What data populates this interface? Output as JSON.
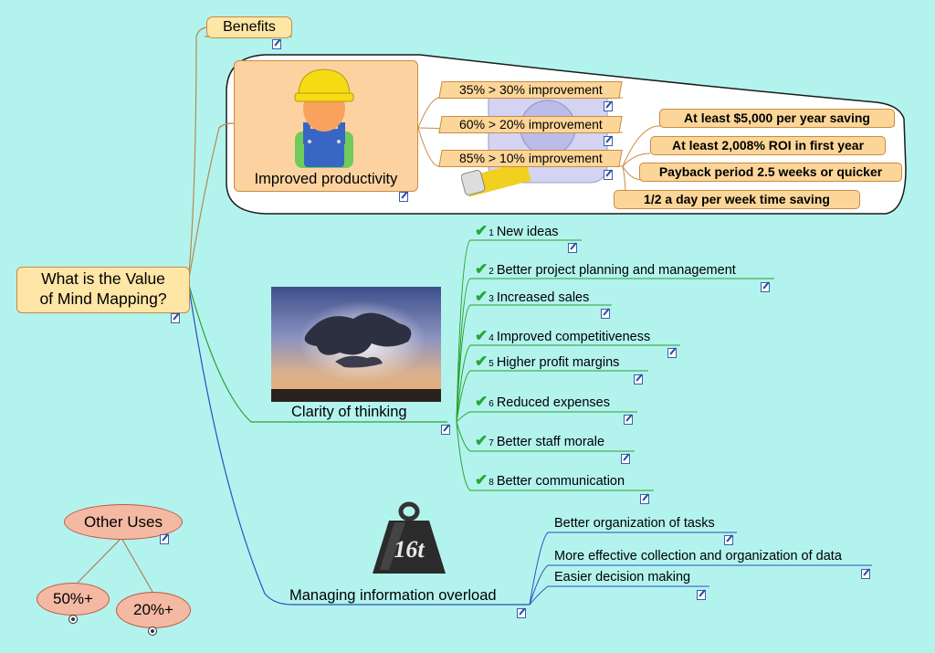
{
  "central": {
    "line1": "What is the Value",
    "line2": "of Mind Mapping?"
  },
  "benefits": {
    "label": "Benefits",
    "productivity": {
      "label": "Improved productivity",
      "improvements": [
        "35% > 30% improvement",
        "60% > 20% improvement",
        "85% > 10% improvement"
      ],
      "savings": [
        "At least $5,000 per year saving",
        "At least 2,008% ROI in first year",
        "Payback period 2.5 weeks or quicker",
        "1/2 a day per week time saving"
      ]
    },
    "clarity": {
      "label": "Clarity of thinking",
      "items": [
        {
          "num": "1",
          "text": "New ideas"
        },
        {
          "num": "2",
          "text": "Better project planning and management"
        },
        {
          "num": "3",
          "text": "Increased sales"
        },
        {
          "num": "4",
          "text": "Improved competitiveness"
        },
        {
          "num": "5",
          "text": "Higher profit margins"
        },
        {
          "num": "6",
          "text": "Reduced expenses"
        },
        {
          "num": "7",
          "text": "Better staff morale"
        },
        {
          "num": "8",
          "text": "Better communication"
        }
      ]
    },
    "overload": {
      "label": "Managing information overload",
      "weight_label": "16t",
      "items": [
        "Better organization of tasks",
        "More effective collection and organization of data",
        "Easier decision making"
      ]
    }
  },
  "other_uses": {
    "label": "Other Uses",
    "children": [
      "50%+",
      "20%+"
    ]
  },
  "colors": {
    "background": "#b3f3ee",
    "benefits_branch": "#b48a4a",
    "clarity_branch": "#2aa12a",
    "overload_branch": "#2a4fc0"
  }
}
